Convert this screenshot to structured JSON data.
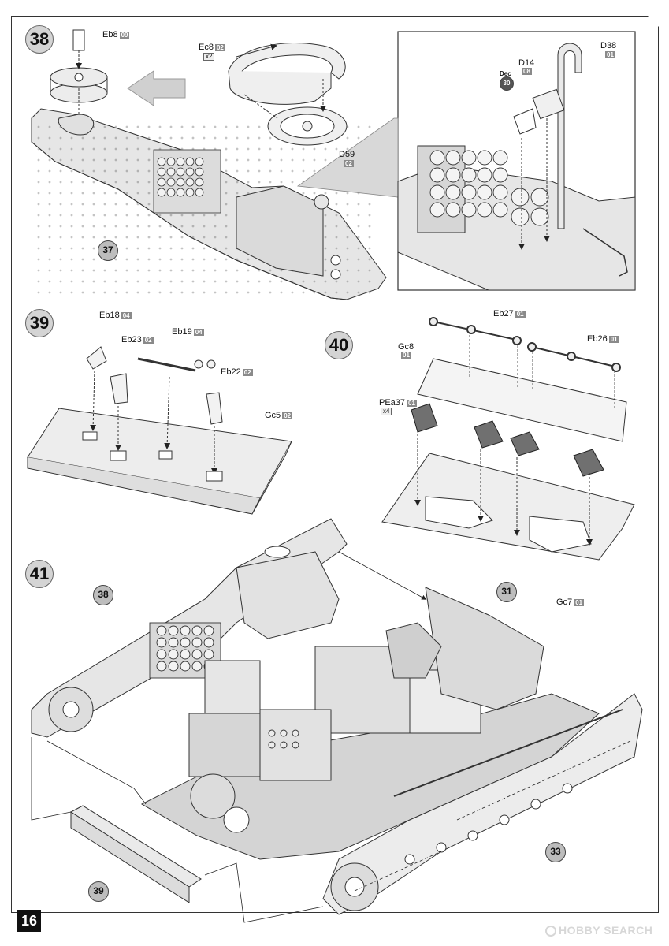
{
  "page_number": "16",
  "watermark": "HOBBY SEARCH",
  "steps": [
    {
      "id": "s38",
      "number": "38"
    },
    {
      "id": "s39",
      "number": "39"
    },
    {
      "id": "s40",
      "number": "40"
    },
    {
      "id": "s41",
      "number": "41"
    }
  ],
  "refs": [
    {
      "number": "37"
    },
    {
      "number": "31"
    },
    {
      "number": "38"
    },
    {
      "number": "33"
    },
    {
      "number": "39"
    }
  ],
  "parts": {
    "eb8": {
      "name": "Eb8",
      "num": "09"
    },
    "ec8": {
      "name": "Ec8",
      "num": "02",
      "qty": "x2"
    },
    "d59": {
      "name": "D59",
      "num": "02"
    },
    "d38": {
      "name": "D38",
      "num": "01"
    },
    "d14": {
      "name": "D14",
      "num": "08"
    },
    "dec": {
      "name": "Dec",
      "num": "30"
    },
    "eb18": {
      "name": "Eb18",
      "num": "04"
    },
    "eb23": {
      "name": "Eb23",
      "num": "02"
    },
    "eb19": {
      "name": "Eb19",
      "num": "04"
    },
    "eb22": {
      "name": "Eb22",
      "num": "02"
    },
    "gc5": {
      "name": "Gc5",
      "num": "02"
    },
    "eb27": {
      "name": "Eb27",
      "num": "01"
    },
    "eb26": {
      "name": "Eb26",
      "num": "01"
    },
    "gc8": {
      "name": "Gc8",
      "num": "01"
    },
    "pea37": {
      "name": "PEa37",
      "num": "01",
      "qty": "x4"
    },
    "gc7": {
      "name": "Gc7",
      "num": "01"
    }
  },
  "colors": {
    "step_circle": "#d4d4d4",
    "ref_circle": "#bdbdbd",
    "part_fill": "#e6e6e6",
    "pe_part": "#707070",
    "badge": "#8a8a8a"
  }
}
